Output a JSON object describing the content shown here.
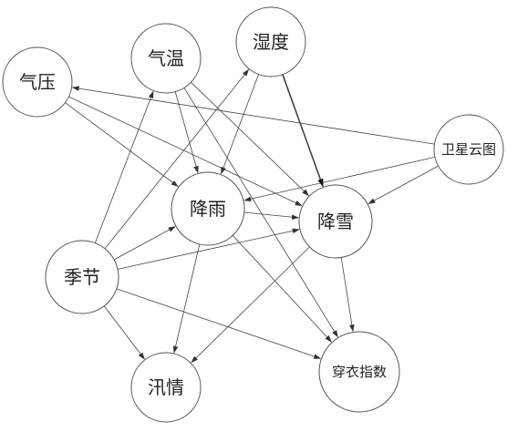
{
  "nodes": {
    "qiya": "气压",
    "qiwen": "气温",
    "shidu": "湿度",
    "weixing": "卫星云图",
    "jiangyu": "降雨",
    "jiangxue": "降雪",
    "jijie": "季节",
    "xunqing": "汛情",
    "chuanyi": "穿衣指数"
  },
  "edges": [
    {
      "from": "weixing",
      "to": "qiya"
    },
    {
      "from": "weixing",
      "to": "jiangyu"
    },
    {
      "from": "weixing",
      "to": "jiangxue"
    },
    {
      "from": "qiya",
      "to": "jiangyu"
    },
    {
      "from": "qiya",
      "to": "jiangxue"
    },
    {
      "from": "qiwen",
      "to": "jiangyu"
    },
    {
      "from": "qiwen",
      "to": "jiangxue"
    },
    {
      "from": "qiwen",
      "to": "chuanyi"
    },
    {
      "from": "shidu",
      "to": "jiangyu"
    },
    {
      "from": "shidu",
      "to": "jiangxue",
      "bold": true
    },
    {
      "from": "jijie",
      "to": "qiwen"
    },
    {
      "from": "jijie",
      "to": "shidu"
    },
    {
      "from": "jijie",
      "to": "jiangyu"
    },
    {
      "from": "jijie",
      "to": "jiangxue"
    },
    {
      "from": "jijie",
      "to": "xunqing"
    },
    {
      "from": "jijie",
      "to": "chuanyi"
    },
    {
      "from": "jiangyu",
      "to": "jiangxue"
    },
    {
      "from": "jiangyu",
      "to": "xunqing"
    },
    {
      "from": "jiangyu",
      "to": "chuanyi"
    },
    {
      "from": "jiangxue",
      "to": "xunqing"
    },
    {
      "from": "jiangxue",
      "to": "chuanyi"
    }
  ]
}
